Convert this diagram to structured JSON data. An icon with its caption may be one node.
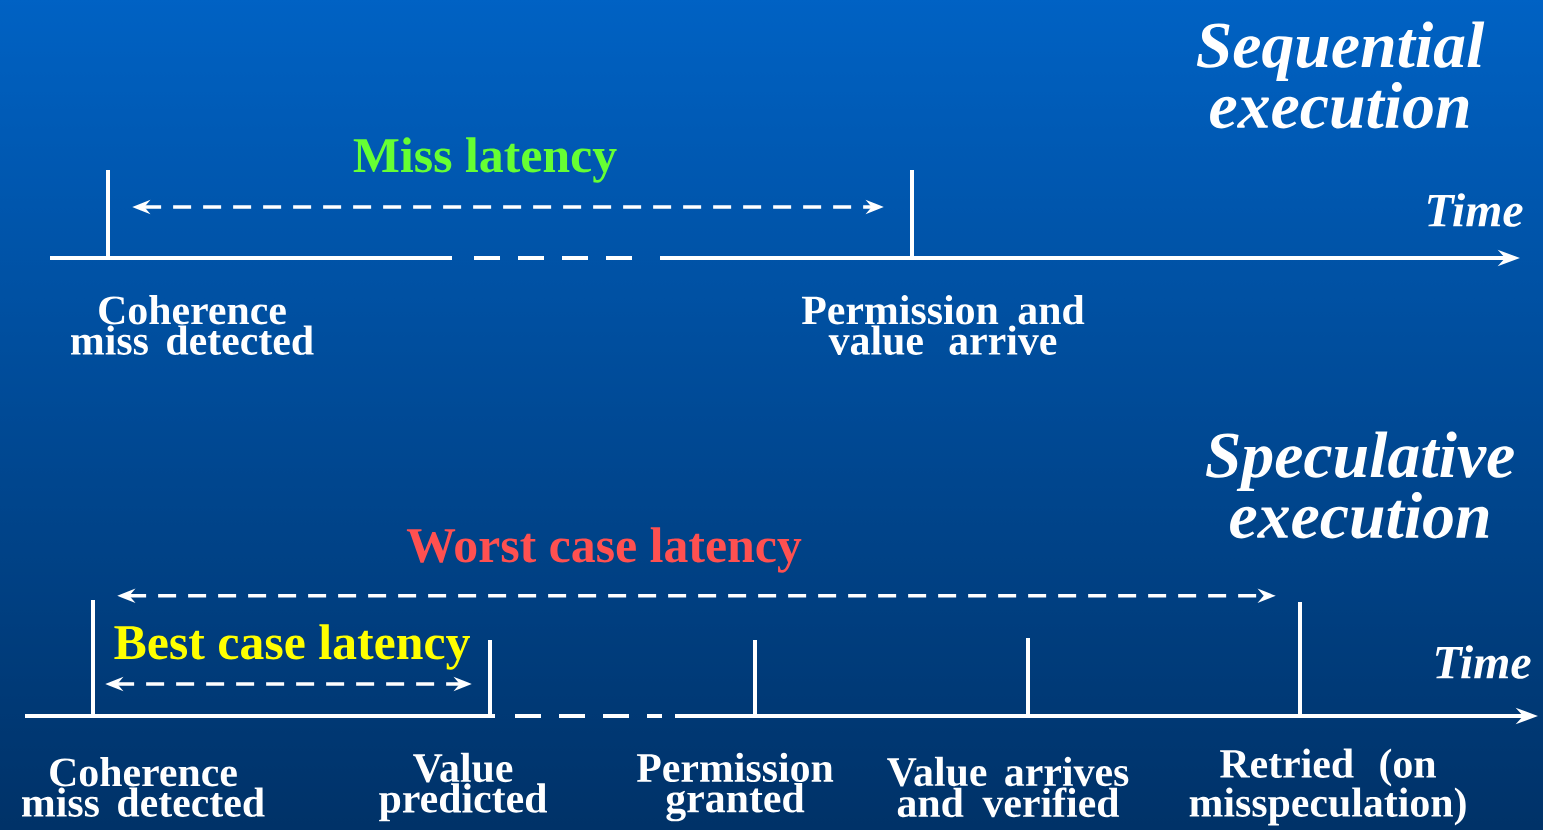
{
  "diagram": {
    "nodes": [
      {
        "text": [],
        "shape": "bar",
        "beside": [
          "Coherence miss detected"
        ]
      },
      {
        "text": [],
        "shape": "bar",
        "beside": [
          "Permission and value arrive"
        ]
      },
      {
        "text": [],
        "shape": "bar",
        "beside": [
          "Coherence miss detected"
        ]
      },
      {
        "text": [],
        "shape": "bar",
        "beside": [
          "Value predicted"
        ]
      },
      {
        "text": [],
        "shape": "bar",
        "beside": [
          "Permission granted"
        ]
      },
      {
        "text": [],
        "shape": "bar",
        "beside": [
          "Value arrives and verified"
        ]
      },
      {
        "text": [],
        "shape": "bar",
        "beside": [
          "Retried (on misspeculation)"
        ]
      }
    ],
    "edges": [
      {
        "from": 0,
        "to": 1,
        "arrow": "both",
        "style": "dashed",
        "label": "Miss latency"
      },
      {
        "from": 2,
        "to": 6,
        "arrow": "both",
        "style": "dashed",
        "label": "Worst case latency"
      },
      {
        "from": 2,
        "to": 3,
        "arrow": "both",
        "style": "dashed",
        "label": "Best case latency"
      }
    ],
    "labels": [
      "Sequential execution",
      "Time",
      "Speculative execution",
      "Time"
    ]
  }
}
